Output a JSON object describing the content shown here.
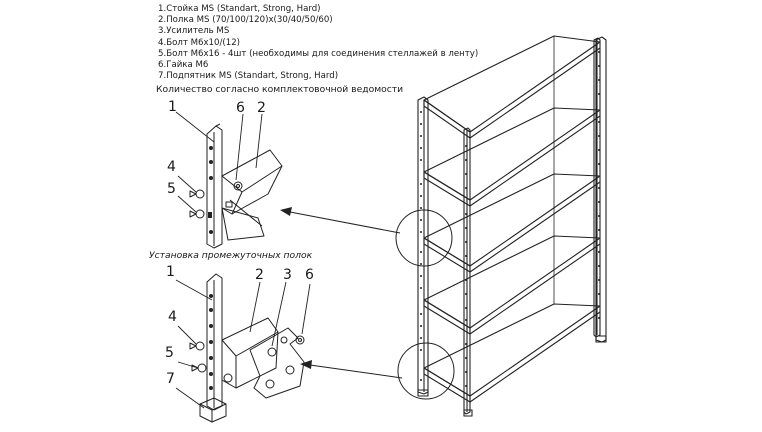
{
  "parts_list": [
    "1.Стойка MS (Standart, Strong, Hard)",
    "2.Полка MS (70/100/120)x(30/40/50/60)",
    "3.Усилитель MS",
    "4.Болт M6x10/(12)",
    "5.Болт M6x16 - 4шт (необходимы для соединения стеллажей в ленту)",
    "6.Гайка M6",
    "7.Подпятник MS (Standart, Strong, Hard)"
  ],
  "quantity_note": "Количество согласно комплектовочной ведомости",
  "intermediate_caption": "Установка промежуточных полок",
  "callouts": {
    "top": [
      "1",
      "6",
      "2",
      "4",
      "5"
    ],
    "bottom": [
      "1",
      "2",
      "3",
      "6",
      "4",
      "5",
      "7"
    ]
  }
}
